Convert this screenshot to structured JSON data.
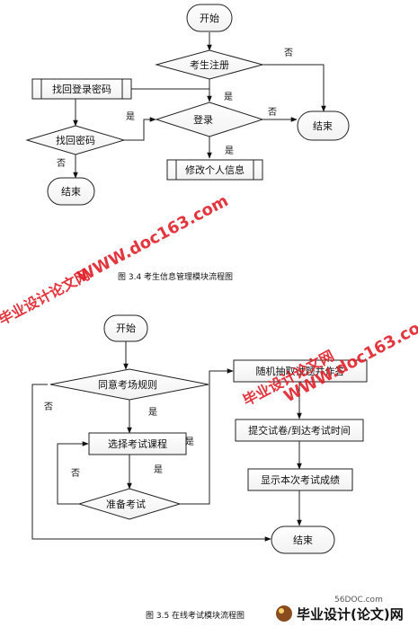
{
  "diagram1": {
    "nodes": {
      "start": "开始",
      "register": "考生注册",
      "recover_pw": "找回登录密码",
      "login": "登录",
      "find_pw": "找回密码",
      "end_right": "结束",
      "end_left": "结束",
      "edit_info": "修改个人信息"
    },
    "edges": {
      "register_no": "否",
      "register_yes": "是",
      "find_pw_yes": "是",
      "login_no": "否",
      "login_yes": "是",
      "find_pw_no": "否"
    },
    "caption": "图 3.4   考生信息管理模块流程图"
  },
  "diagram2": {
    "nodes": {
      "start": "开始",
      "agree": "同意考场规则",
      "select_course": "选择考试课程",
      "prepare": "准备考试",
      "random_answer": "随机抽取试题并作答",
      "submit": "提交试卷/到达考试时间",
      "show_score": "显示本次考试成绩",
      "end": "结束"
    },
    "edges": {
      "agree_no": "否",
      "agree_yes": "是",
      "select_yes": "是",
      "prepare_yes": "是",
      "prepare_no": "否"
    },
    "caption": "图 3.5  在线考试模块流程图"
  },
  "watermarks": {
    "site_url": "WWW.doc163.com",
    "brand_cn": "毕业设计论文网",
    "footer_site": "56DOC.com",
    "footer_brand": "毕业设计(论文)网"
  }
}
